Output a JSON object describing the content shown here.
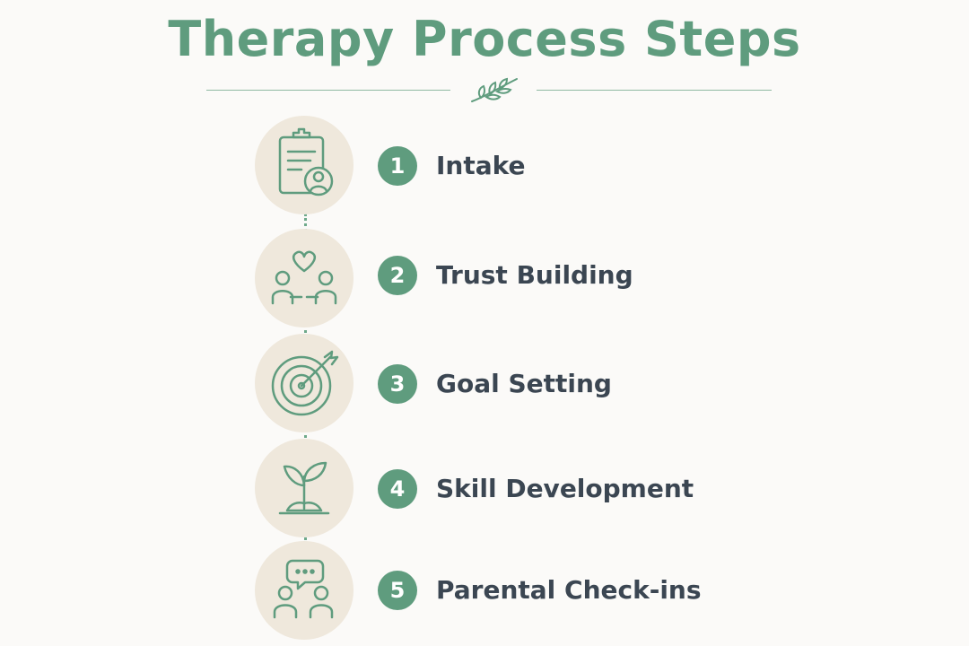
{
  "title": "Therapy Process Steps",
  "colors": {
    "background": "#fbfaf8",
    "accent": "#5f9c7e",
    "circle_fill": "#efe8dc",
    "label_text": "#3b4652",
    "rule": "#8fb9a2"
  },
  "steps": [
    {
      "number": "1",
      "label": "Intake",
      "icon": "clipboard-person-icon"
    },
    {
      "number": "2",
      "label": "Trust Building",
      "icon": "two-people-heart-icon"
    },
    {
      "number": "3",
      "label": "Goal Setting",
      "icon": "target-arrow-icon"
    },
    {
      "number": "4",
      "label": "Skill Development",
      "icon": "sprout-icon"
    },
    {
      "number": "5",
      "label": "Parental Check-ins",
      "icon": "people-chat-bubble-icon"
    }
  ]
}
